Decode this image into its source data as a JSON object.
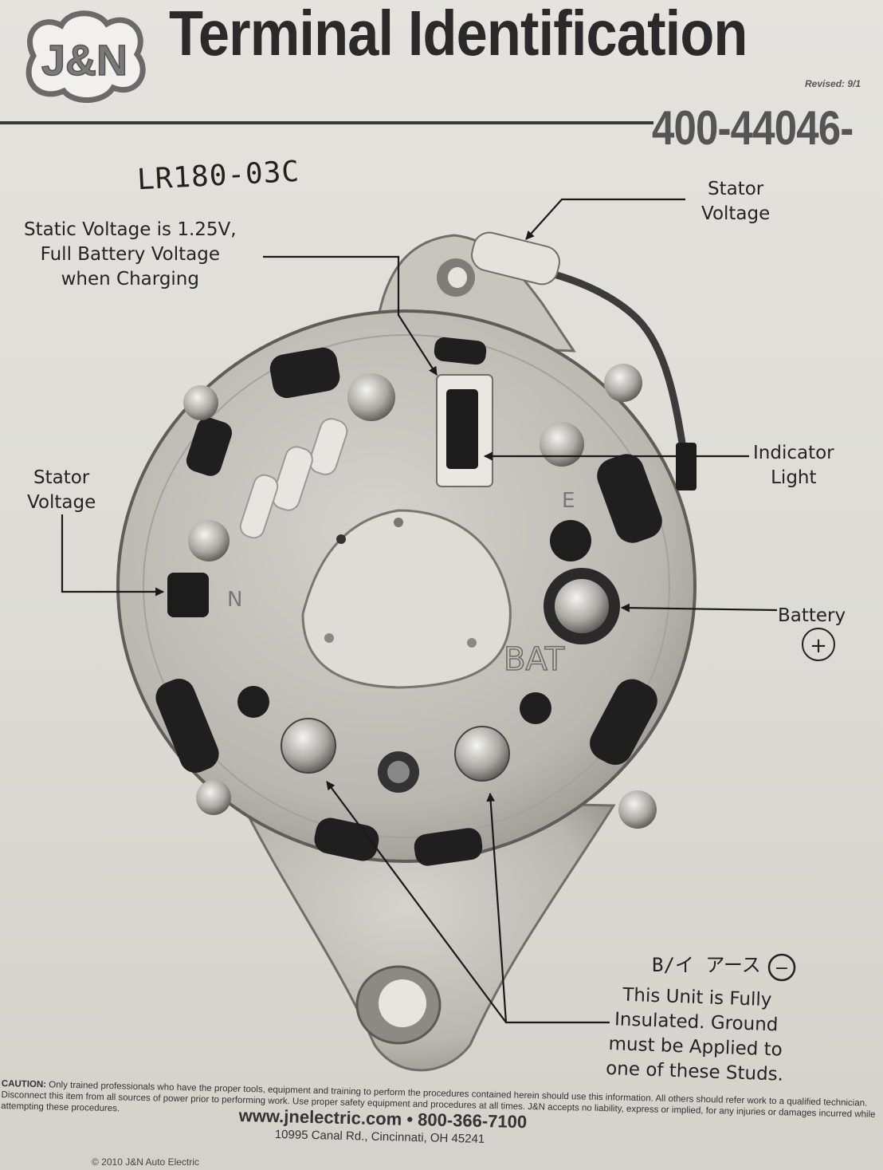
{
  "header": {
    "logo_text": "J&N",
    "title": "Terminal Identification",
    "revised": "Revised: 9/1",
    "part_number": "400-44046-"
  },
  "handwritten": {
    "model": "LR180-03C",
    "ground_note": "B/イ アース",
    "battery_sign": "+",
    "ground_sign": "−"
  },
  "labels": {
    "stator_top_line1": "Stator",
    "stator_top_line2": "Voltage",
    "static_line1": "Static Voltage is 1.25V,",
    "static_line2": "Full Battery Voltage",
    "static_line3": "when Charging",
    "stator_left_line1": "Stator",
    "stator_left_line2": "Voltage",
    "indicator_line1": "Indicator",
    "indicator_line2": "Light",
    "battery": "Battery",
    "insulated_line1": "This Unit is Fully",
    "insulated_line2": "Insulated.  Ground",
    "insulated_line3": "must be Applied to",
    "insulated_line4": "one of these Studs."
  },
  "alternator_marks": {
    "n": "N",
    "e": "E",
    "bat": "BAT"
  },
  "footer": {
    "caution_head": "CAUTION:",
    "caution_text": "Only trained professionals who have the proper tools, equipment and training to perform the procedures contained herein should use this information. All others should refer work to a qualified technician. Disconnect this item from all sources of power prior to performing work. Use proper safety equipment and procedures at all times. J&N accepts no liability, express or implied, for any injuries or damages incurred while attempting these procedures.",
    "web_phone": "www.jnelectric.com • 800-366-7100",
    "address": "10995 Canal Rd., Cincinnati, OH 45241",
    "copyright": "© 2010  J&N Auto Electric"
  }
}
